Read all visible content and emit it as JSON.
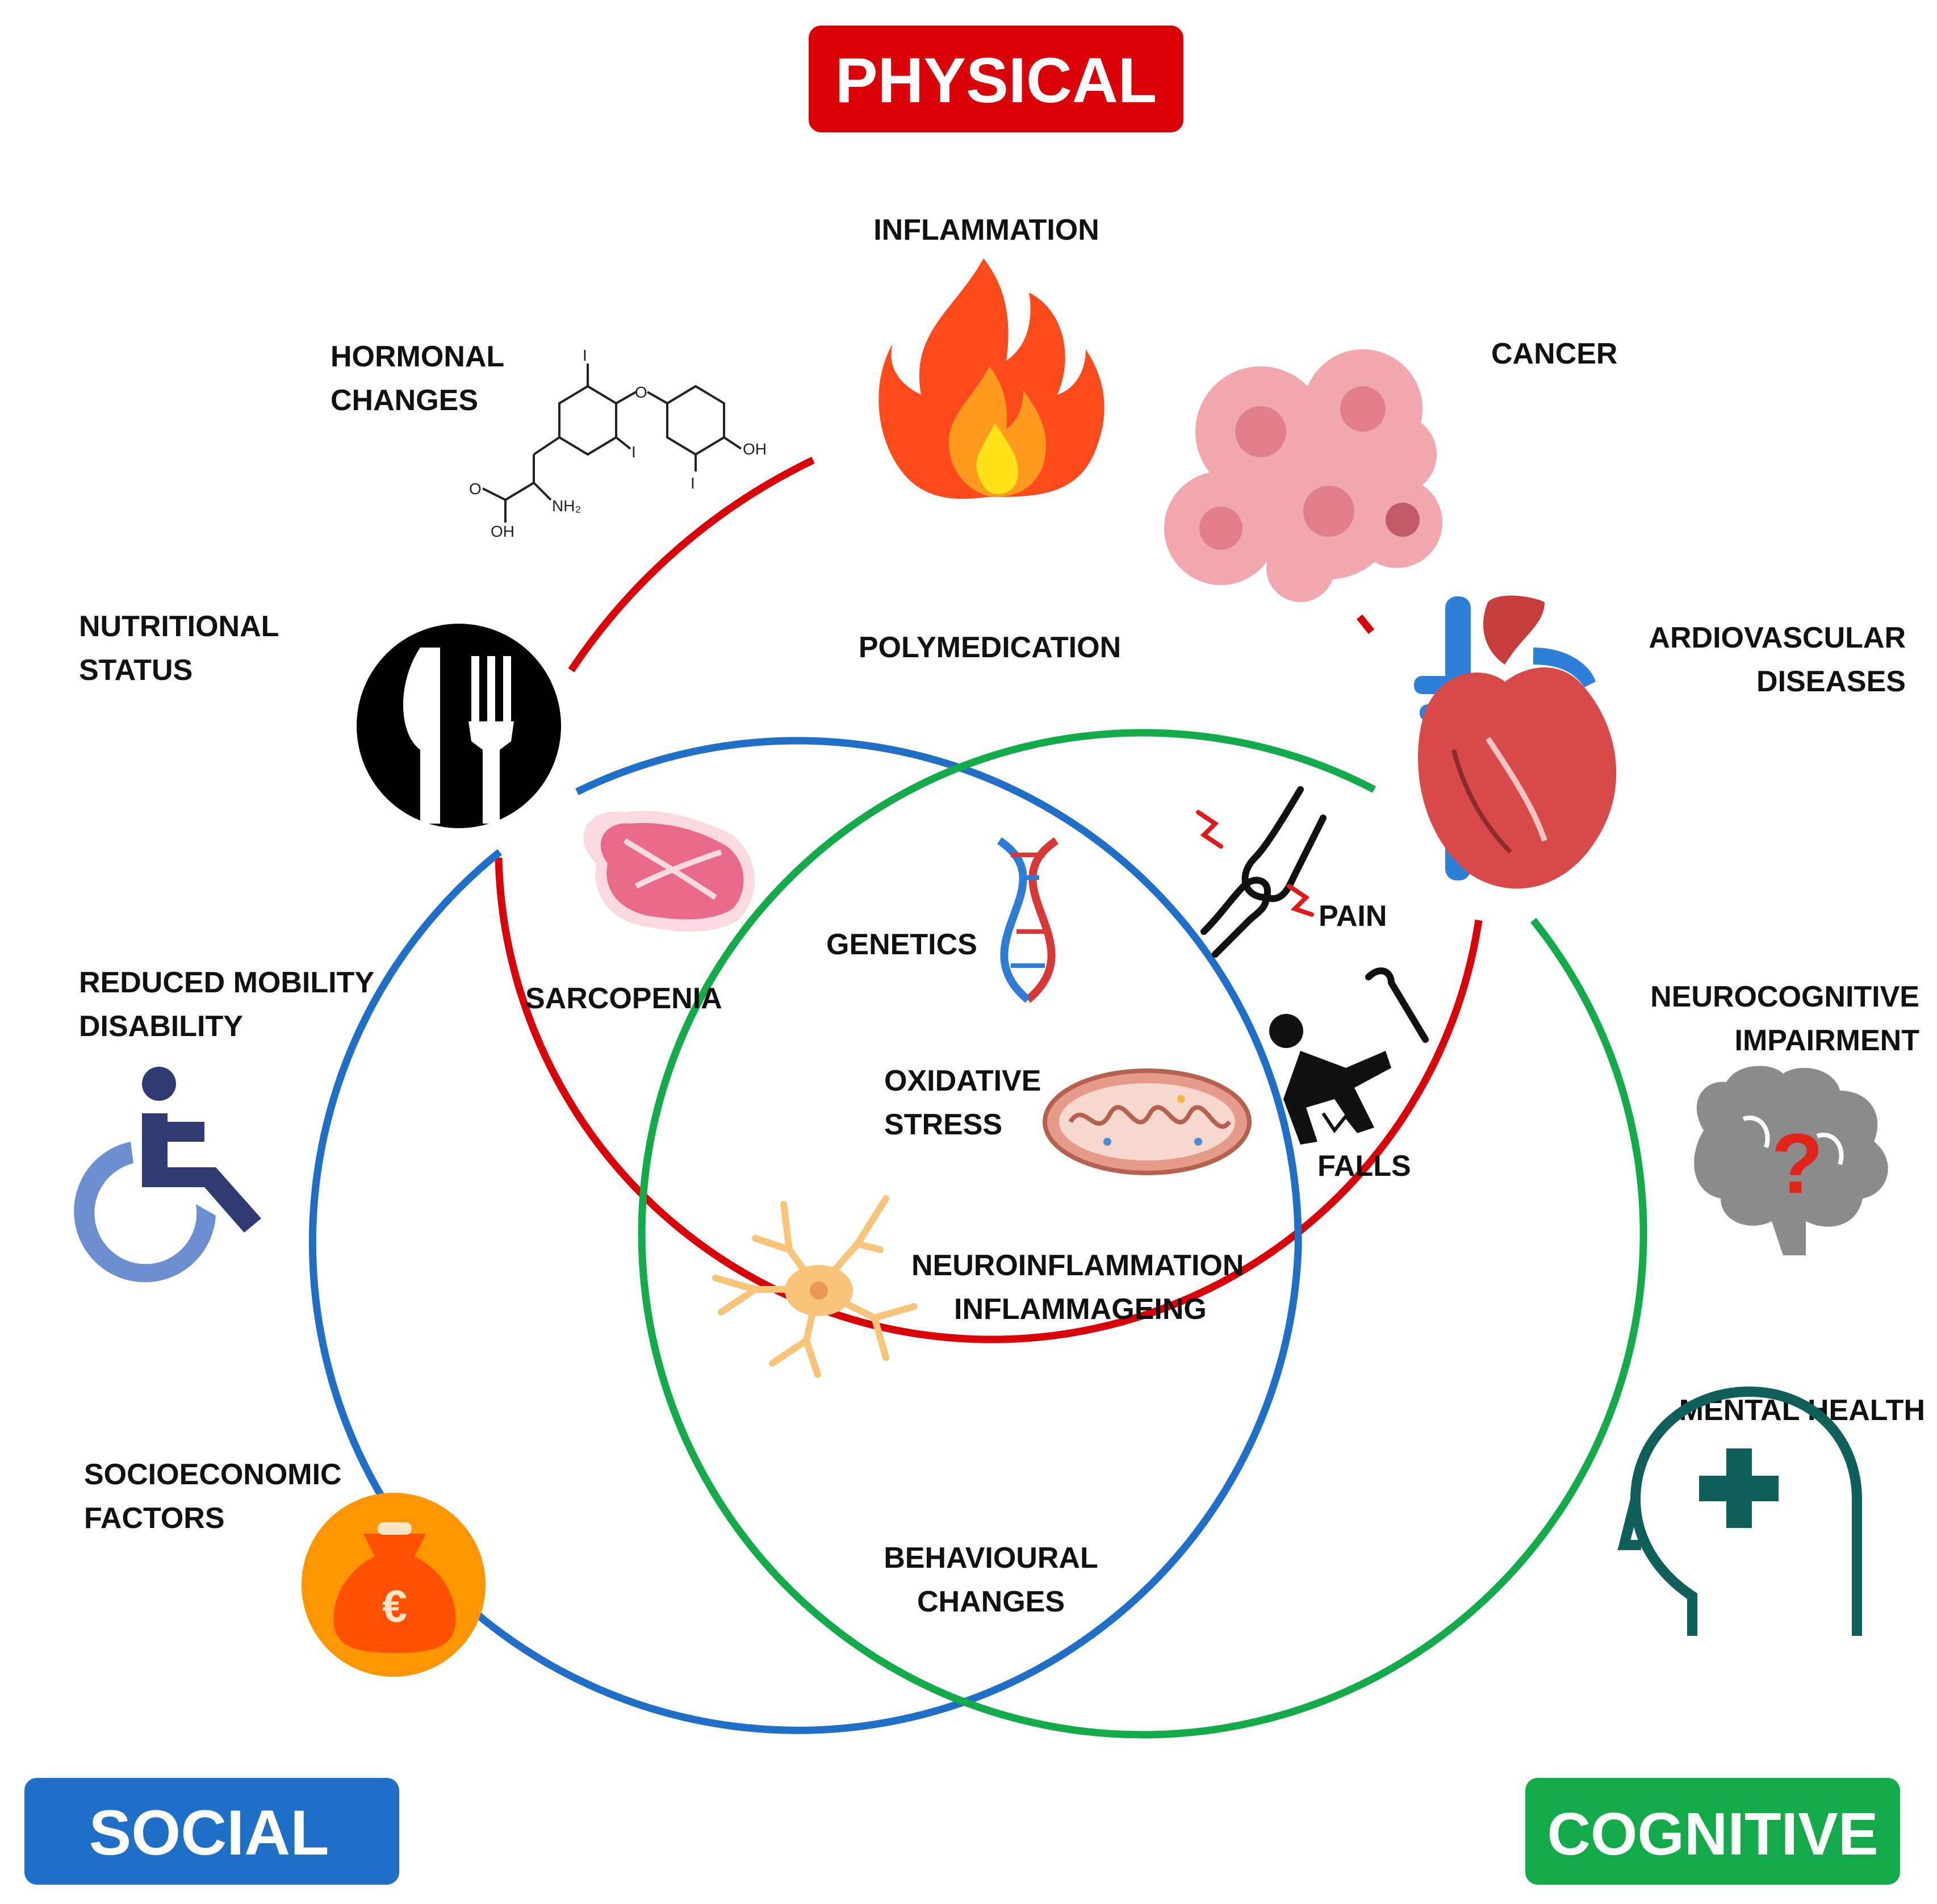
{
  "domains": {
    "physical": {
      "label": "PHYSICAL",
      "color": "#d90007"
    },
    "social": {
      "label": "SOCIAL",
      "color": "#1f6fc8"
    },
    "cognitive": {
      "label": "COGNITIVE",
      "color": "#13aa4a"
    }
  },
  "labels": {
    "inflammation": "INFLAMMATION",
    "hormonal_1": "HORMONAL",
    "hormonal_2": "CHANGES",
    "cancer": "CANCER",
    "nutritional_1": "NUTRITIONAL",
    "nutritional_2": "STATUS",
    "polymedication": "POLYMEDICATION",
    "cardio_1": "ARDIOVASCULAR",
    "cardio_2": "DISEASES",
    "mobility_1": "REDUCED MOBILITY",
    "mobility_2": "DISABILITY",
    "sarcopenia": "SARCOPENIA",
    "genetics": "GENETICS",
    "pain": "PAIN",
    "neurocog_1": "NEUROCOGNITIVE",
    "neurocog_2": "IMPAIRMENT",
    "oxidative_1": "OXIDATIVE",
    "oxidative_2": "STRESS",
    "falls": "FALLS",
    "neuroinfl_1": "NEUROINFLAMMATION",
    "neuroinfl_2": "INFLAMMAGEING",
    "mental": "MENTAL HEALTH",
    "socio_1": "SOCIOECONOMIC",
    "socio_2": "FACTORS",
    "behav_1": "BEHAVIOURAL",
    "behav_2": "CHANGES"
  },
  "chem_labels": {
    "iodine": "I",
    "oxygen": "O",
    "hydroxyl": "OH",
    "amine": "NH₂",
    "carbonyl_o": "O"
  },
  "icons": {
    "fire": "fire-icon",
    "hormone": "thyroxine-molecule-icon",
    "cancer": "cancer-cells-icon",
    "cutlery": "cutlery-icon",
    "heart": "heart-icon",
    "wheelchair": "wheelchair-icon",
    "muscle": "muscle-tissue-icon",
    "dna": "dna-icon",
    "joint": "joint-pain-icon",
    "brain": "brain-question-icon",
    "mitochondria": "mitochondria-icon",
    "fall": "falling-person-icon",
    "neuron": "neuron-icon",
    "mental": "mental-health-head-icon",
    "money": "money-bag-icon"
  },
  "colors": {
    "fire_outer": "#ff4a1c",
    "fire_mid": "#ff9a1f",
    "fire_core": "#ffe21a",
    "cancer": "#f2a6ad",
    "heart": "#d84a4a",
    "vein": "#2d7fd8",
    "wheelchair_figure": "#2f3a73",
    "wheelchair_wheel": "#6c8fd1",
    "muscle": "#e8698a",
    "brain": "#8b8b8b",
    "question": "#e3241b",
    "neuron": "#f7c47a",
    "mental": "#0f5f5a",
    "money": "#ff9500"
  }
}
